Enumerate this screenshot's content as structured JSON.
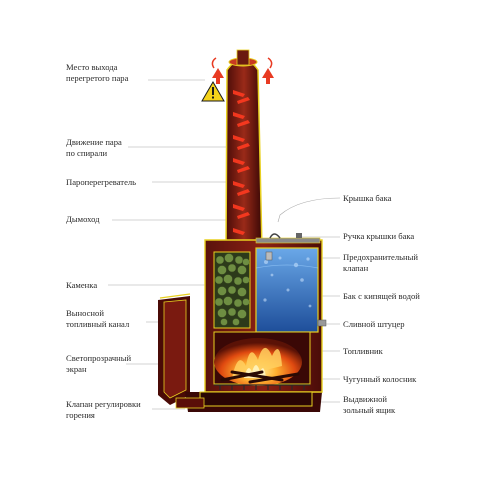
{
  "labels_left": [
    {
      "id": "steam-exit",
      "text": "Место выхода\nперегретого пара"
    },
    {
      "id": "steam-spiral",
      "text": "Движение пара\nпо спирали"
    },
    {
      "id": "superheater",
      "text": "Пароперегреватель"
    },
    {
      "id": "chimney",
      "text": "Дымоход"
    },
    {
      "id": "stones",
      "text": "Каменка"
    },
    {
      "id": "fuel-channel",
      "text": "Выносной\nтопливный канал"
    },
    {
      "id": "glass-screen",
      "text": "Светопрозрачный\nэкран"
    },
    {
      "id": "damper",
      "text": "Клапан регулировки\nгорения"
    }
  ],
  "labels_right": [
    {
      "id": "tank-lid",
      "text": "Крышка бака"
    },
    {
      "id": "lid-handle",
      "text": "Ручка крышки бака"
    },
    {
      "id": "safety-valve",
      "text": "Предохранительный\nклапан"
    },
    {
      "id": "boiling-tank",
      "text": "Бак с кипящей водой"
    },
    {
      "id": "drain",
      "text": "Сливной штуцер"
    },
    {
      "id": "firebox",
      "text": "Топливник"
    },
    {
      "id": "grate",
      "text": "Чугунный колосник"
    },
    {
      "id": "ash-box",
      "text": "Выдвижной\nзольный ящик"
    }
  ],
  "colors": {
    "body": "#7a1a12",
    "body_dark": "#3a0806",
    "outline": "#e8d020",
    "water": "#3a7fd0",
    "fire": "#ff8a1a",
    "stone": "#5e7a3a",
    "arrow": "#e02a1a",
    "leader": "#9a9a9a"
  },
  "icons": [
    "warning-icon",
    "steam-arrow-icon"
  ]
}
